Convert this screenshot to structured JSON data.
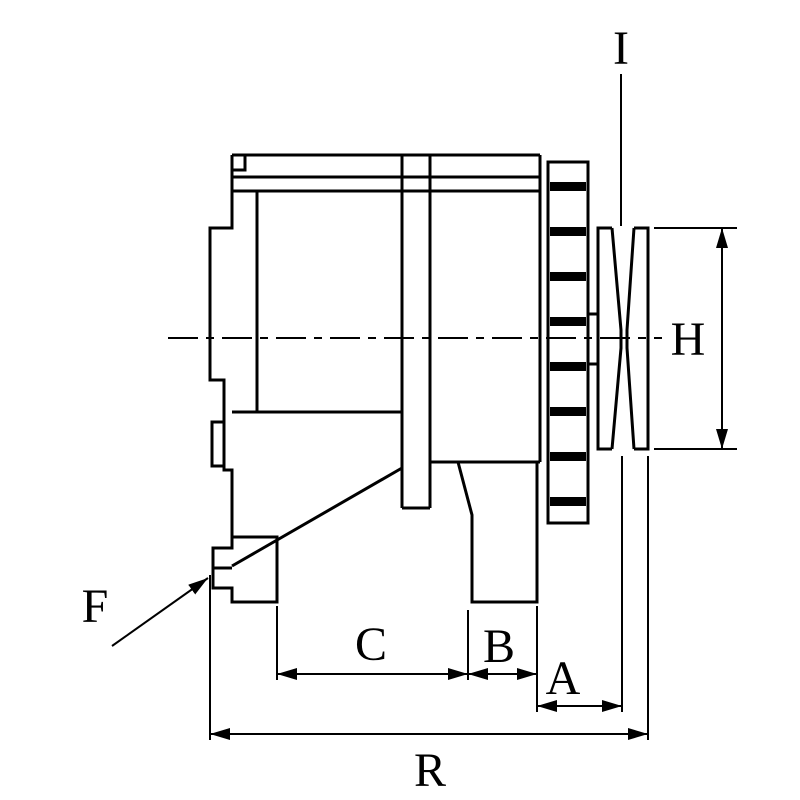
{
  "drawing": {
    "colors": {
      "line": "#000000",
      "background": "#ffffff"
    },
    "labels": {
      "pulley_groove_ref": "I",
      "pulley_diameter": "H",
      "mounting_lug_ref": "F",
      "dim_c": "C",
      "dim_b": "B",
      "dim_a": "A",
      "overall_length": "R"
    }
  }
}
